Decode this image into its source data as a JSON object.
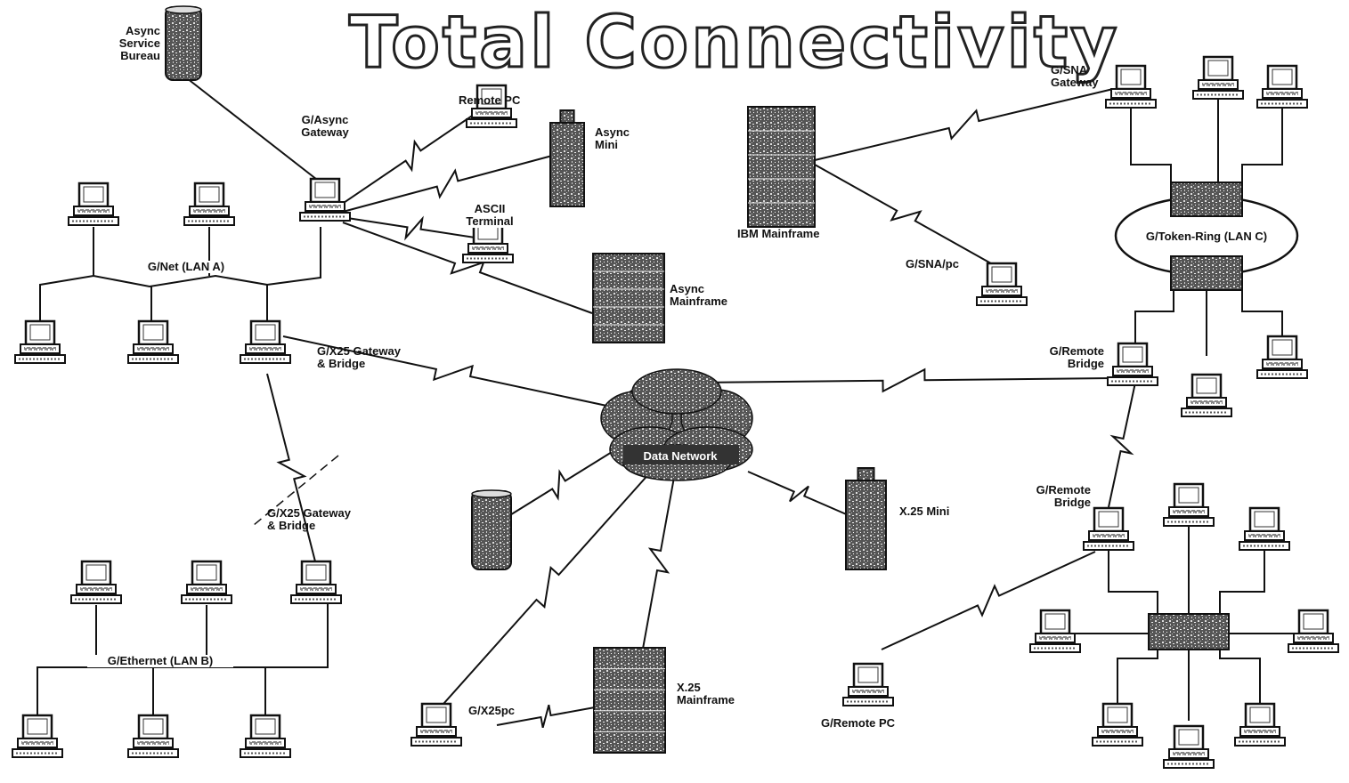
{
  "title": "Total Connectivity",
  "labels": {
    "async_service_bureau": "Async\nService\nBureau",
    "g_async_gateway": "G/Async\nGateway",
    "remote_pc_top": "Remote PC",
    "async_mini": "Async\nMini",
    "ascii_terminal": "ASCII\nTerminal",
    "async_mainframe": "Async\nMainframe",
    "ibm_mainframe": "IBM Mainframe",
    "g_sna_gateway": "G/SNA\nGateway",
    "g_snapc": "G/SNA/pc",
    "g_token_ring": "G/Token-Ring (LAN C)",
    "g_net_lan_a": "G/Net (LAN A)",
    "g_x25_gateway_bridge_top": "G/X25 Gateway\n& Bridge",
    "g_x25_gateway_bridge_bottom": "G/X25 Gateway\n& Bridge",
    "g_remote_bridge_top": "G/Remote\nBridge",
    "g_remote_bridge_bottom": "G/Remote\nBridge",
    "data_network": "Data Network",
    "x25_mini": "X.25 Mini",
    "g_ethernet_lan_b": "G/Ethernet (LAN B)",
    "g_x25pc": "G/X25pc",
    "x25_mainframe": "X.25\nMainframe",
    "g_remote_pc": "G/Remote PC"
  }
}
